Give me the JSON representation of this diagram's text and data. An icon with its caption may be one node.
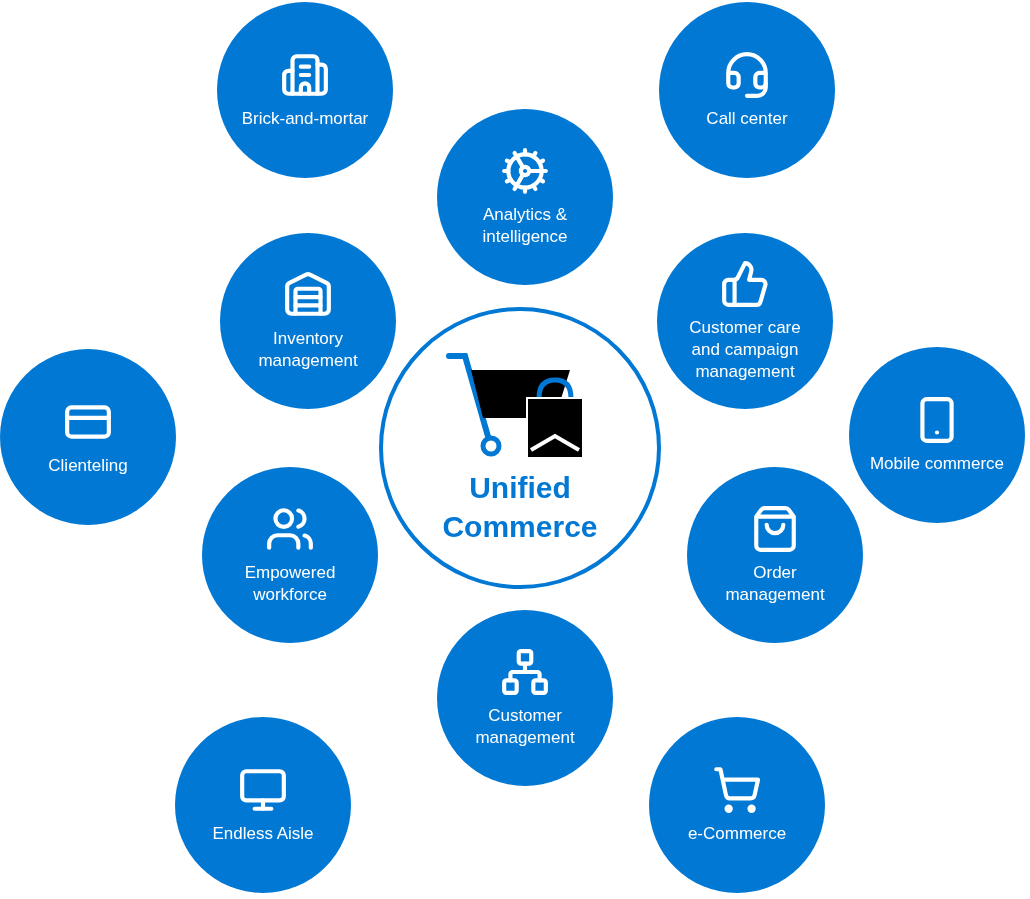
{
  "diagram": {
    "nodes": [
      {
        "text": [
          "Brick-and-mortar"
        ]
      },
      {
        "text": [
          "Call center"
        ]
      },
      {
        "text": [
          "Analytics & intelligence"
        ]
      },
      {
        "text": [
          "Inventory management"
        ]
      },
      {
        "text": [
          "Customer care and campaign management"
        ]
      },
      {
        "text": [
          "Clienteling"
        ]
      },
      {
        "text": [
          "Unified Commerce"
        ]
      },
      {
        "text": [
          "Mobile commerce"
        ]
      },
      {
        "text": [
          "Empowered workforce"
        ]
      },
      {
        "text": [
          "Order management"
        ]
      },
      {
        "text": [
          "Customer management"
        ]
      },
      {
        "text": [
          "Endless Aisle"
        ]
      },
      {
        "text": [
          "e-Commerce"
        ]
      }
    ]
  }
}
